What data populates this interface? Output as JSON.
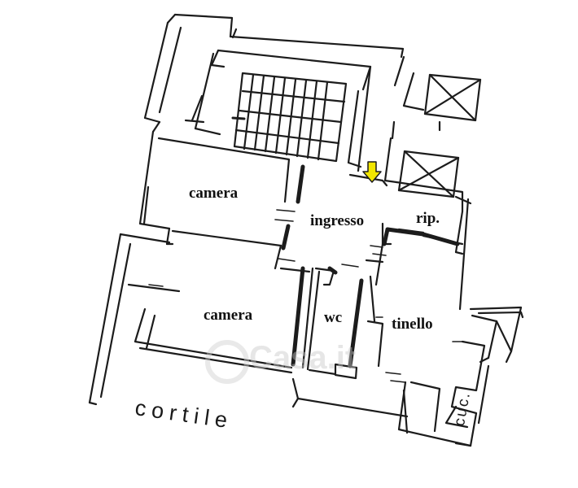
{
  "rooms": {
    "camera_upper": "camera",
    "camera_lower": "camera",
    "ingresso": "ingresso",
    "rip": "rip.",
    "wc": "wc",
    "tinello": "tinello",
    "cucina": "cuc."
  },
  "outside_label": "cortile",
  "watermark_text": "Casa.it",
  "colors": {
    "wall": "#1c1c1c",
    "entrance_arrow": "#f2e600",
    "watermark": "#c9c9c9"
  },
  "icons": {
    "entrance": "arrow-down-icon",
    "staircase": "stair-icon",
    "shaft": "crossed-box-icon"
  }
}
